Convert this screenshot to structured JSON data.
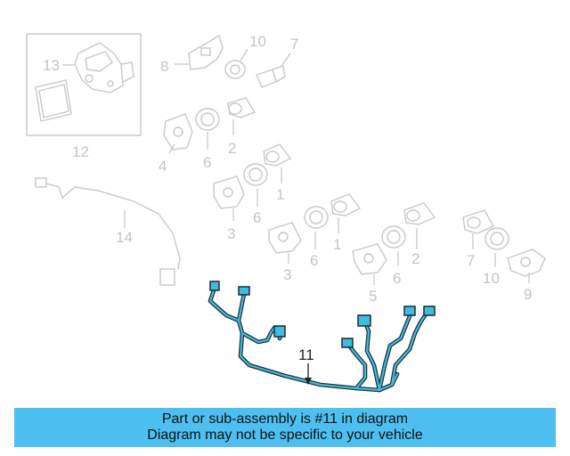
{
  "diagram": {
    "part_labels": {
      "p13": "13",
      "p12": "12",
      "p8": "8",
      "p10a": "10",
      "p7a": "7",
      "p4": "4",
      "p6a": "6",
      "p2a": "2",
      "p1a": "1",
      "p14": "14",
      "p3a": "3",
      "p6b": "6",
      "p1b": "1",
      "p3b": "3",
      "p6c": "6",
      "p5": "5",
      "p6d": "6",
      "p2b": "2",
      "p7b": "7",
      "p10b": "10",
      "p9": "9",
      "p11": "11"
    },
    "highlight_color": "#3fbde0",
    "faded_color": "#c8c8c8"
  },
  "banner": {
    "line1": "Part or sub-assembly is #11 in diagram",
    "line2": "Diagram may not be specific to your vehicle",
    "background": "#4dbff0"
  }
}
